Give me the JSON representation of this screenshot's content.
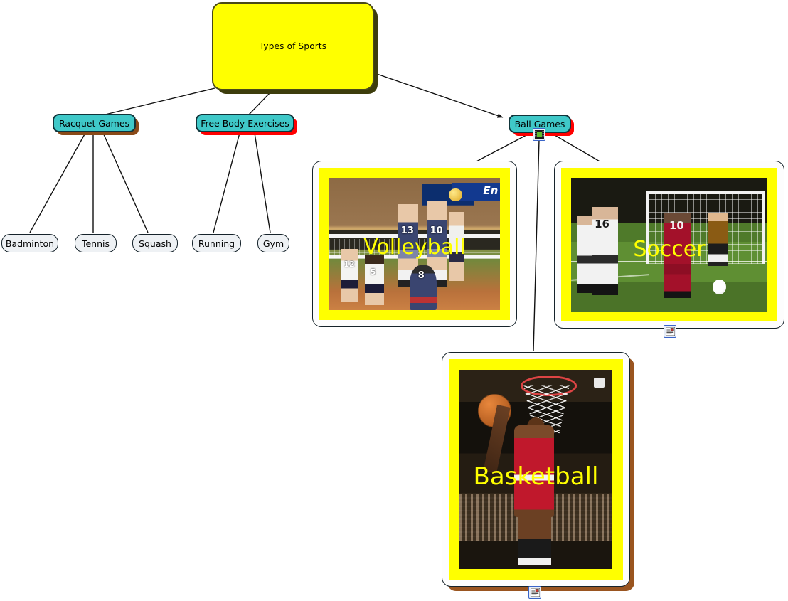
{
  "map": {
    "title": "Types of Sports",
    "background_color": "#ffffff"
  },
  "nodes": {
    "root": {
      "label": "Types of Sports",
      "fill": "#ffff00",
      "border": "#4a4a18",
      "shadow": "#3d3d0c"
    },
    "categories": [
      {
        "label": "Racquet Games",
        "fill": "#3fc8c8",
        "shadow": "#8a4a18"
      },
      {
        "label": "Free Body Exercises",
        "fill": "#3fc8c8",
        "shadow": "#ff0000"
      },
      {
        "label": "Ball Games",
        "fill": "#3fc8c8",
        "shadow": "#ff0000",
        "badge": "film-strip-icon"
      }
    ],
    "leaves": [
      {
        "label": "Badminton"
      },
      {
        "label": "Tennis"
      },
      {
        "label": "Squash"
      },
      {
        "label": "Running"
      },
      {
        "label": "Gym"
      }
    ],
    "pictures": [
      {
        "caption": "Volleyball",
        "frame": "#ffff00",
        "badge": null
      },
      {
        "caption": "Soccer",
        "frame": "#ffff00",
        "badge": "document-image-icon"
      },
      {
        "caption": "Basketball",
        "frame": "#ffff00",
        "badge": "document-image-icon",
        "shadow": "#9a5520"
      }
    ]
  },
  "photo_text": {
    "volleyball": {
      "jersey_numbers": [
        "13",
        "10",
        "8",
        "12",
        "5"
      ],
      "banner_text": "En"
    },
    "soccer": {
      "jersey_numbers": [
        "16",
        "10"
      ]
    }
  }
}
